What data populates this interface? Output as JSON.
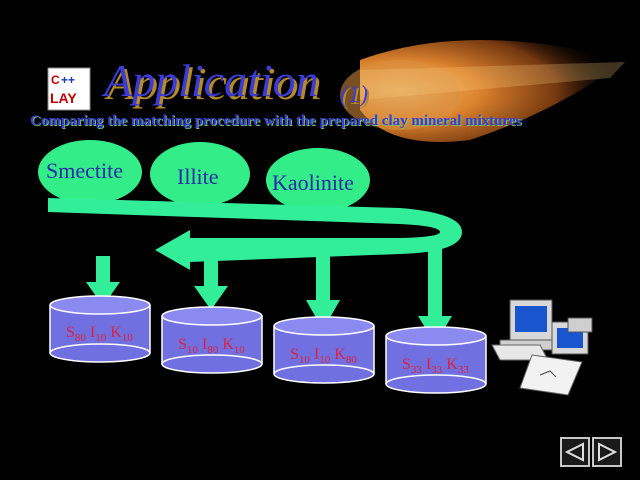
{
  "slide": {
    "title": "Application",
    "title_number": "(1)",
    "subtitle": "Comparing the matching procedure with the prepared clay mineral mixtures",
    "logo_text": "CLAY++"
  },
  "minerals": [
    "Smectite",
    "Illite",
    "Kaolinite"
  ],
  "mixtures": [
    {
      "s": "80",
      "i": "10",
      "k": "10"
    },
    {
      "s": "10",
      "i": "80",
      "k": "10"
    },
    {
      "s": "10",
      "i": "10",
      "k": "80"
    },
    {
      "s": "33",
      "i": "33",
      "k": "33"
    }
  ],
  "colors": {
    "background": "#000000",
    "title": "#3b3bd8",
    "arrow": "#33ee99",
    "blob": "#33ee88",
    "cylinder": "#7070e0",
    "mixture_text": "#e02040"
  },
  "icons": {
    "logo": "clay-logo-icon",
    "computer": "computer-workstation-icon",
    "prev": "previous-slide-icon",
    "next": "next-slide-icon"
  }
}
